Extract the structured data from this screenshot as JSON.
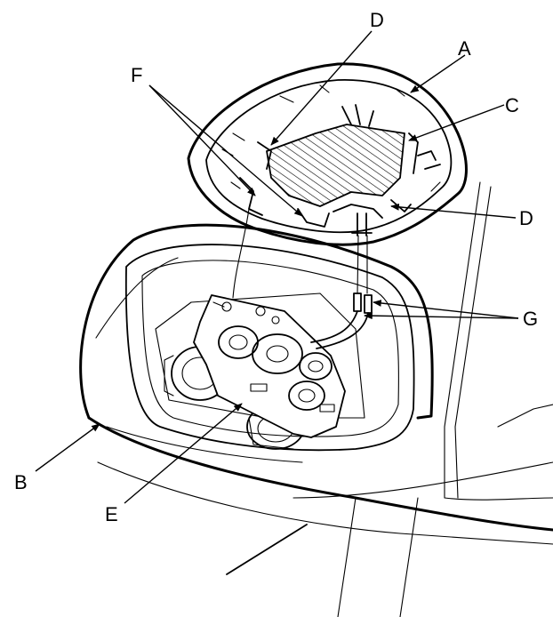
{
  "diagram": {
    "callouts": {
      "A": "A",
      "B": "B",
      "C": "C",
      "D_top": "D",
      "D_right": "D",
      "E": "E",
      "F": "F",
      "G": "G"
    }
  }
}
